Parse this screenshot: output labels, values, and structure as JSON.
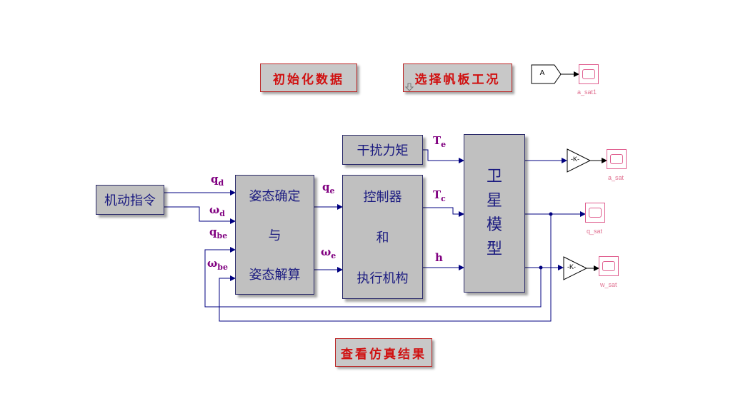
{
  "buttons": {
    "init": "初始化数据",
    "select": "选择帆板工况",
    "view": "查看仿真结果"
  },
  "blocks": {
    "command": "机动指令",
    "attitude": [
      "姿态确定",
      "与",
      "姿态解算"
    ],
    "disturbance": "干扰力矩",
    "controller": [
      "控制器",
      "和",
      "执行机构"
    ],
    "satellite": [
      "卫",
      "星",
      "模",
      "型"
    ]
  },
  "signals": {
    "qd": {
      "base": "q",
      "sub": "d"
    },
    "wd": {
      "base": "ω",
      "sub": "d"
    },
    "qbe": {
      "base": "q",
      "sub": "be"
    },
    "wbe": {
      "base": "ω",
      "sub": "be"
    },
    "qe": {
      "base": "q",
      "sub": "e"
    },
    "we": {
      "base": "ω",
      "sub": "e"
    },
    "Te": {
      "base": "T",
      "sub": "e"
    },
    "Tc": {
      "base": "T",
      "sub": "c"
    },
    "h": {
      "base": "h",
      "sub": ""
    }
  },
  "gain_label": "-K-",
  "from_tag": "A",
  "scopes": {
    "a_sat1": "a_sat1",
    "a_sat": "a_sat",
    "q_sat": "q_sat",
    "w_sat": "w_sat"
  },
  "colors": {
    "wire": "#000080",
    "block_fill": "#c0c0c0",
    "block_text": "#1a1a80",
    "signal_label": "#800080",
    "button_text": "#d01010",
    "scope": "#e06090"
  }
}
